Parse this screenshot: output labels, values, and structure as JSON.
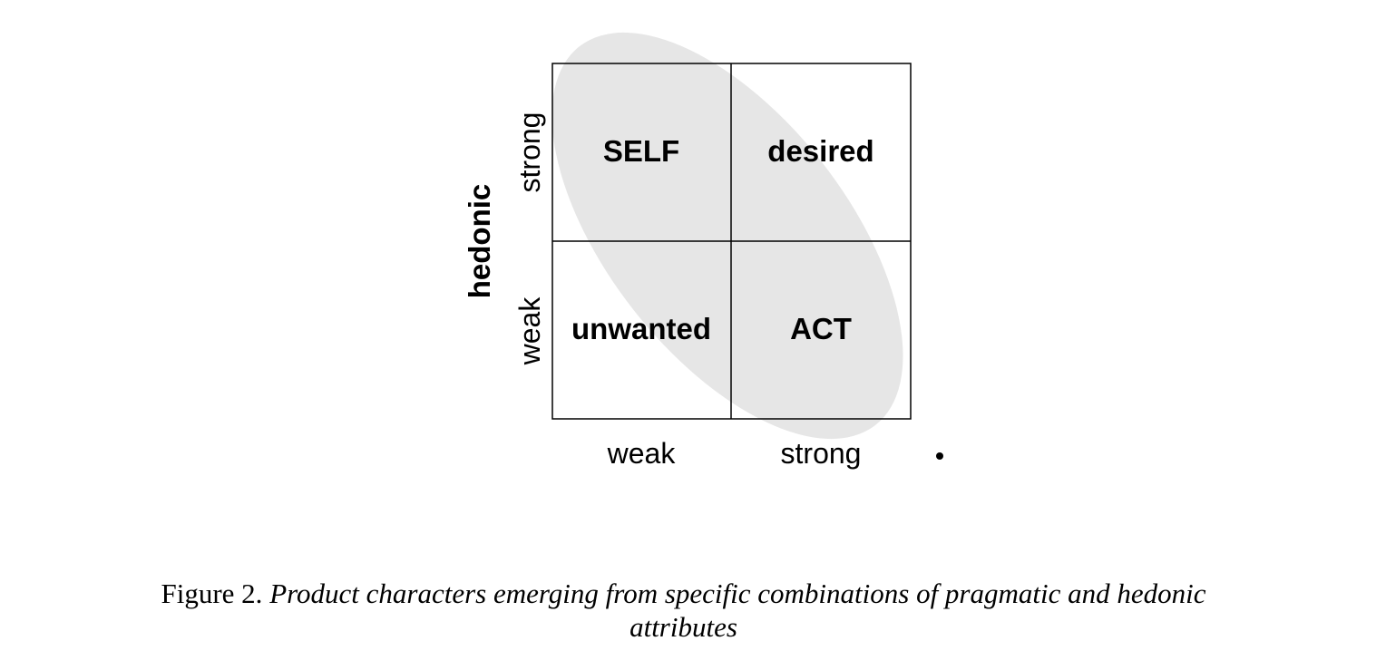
{
  "diagram": {
    "cells": {
      "top_left": "SELF",
      "top_right": "desired",
      "bottom_left": "unwanted",
      "bottom_right": "ACT"
    },
    "y_axis": {
      "title": "hedonic",
      "ticks": [
        "strong",
        "weak"
      ]
    },
    "x_axis": {
      "ticks": [
        "weak",
        "strong"
      ]
    },
    "highlight_color": "#e6e6e6",
    "line_color": "#000000"
  },
  "caption": {
    "prefix": "Figure 2. ",
    "text": "Product characters emerging from specific combinations of pragmatic and hedonic attributes"
  }
}
